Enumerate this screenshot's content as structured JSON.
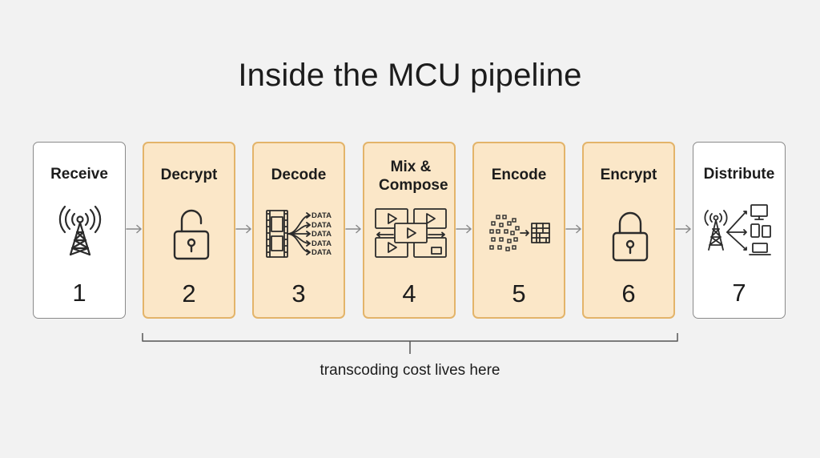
{
  "title": "Inside the MCU pipeline",
  "stages": [
    {
      "label": "Receive",
      "number": "1",
      "icon": "antenna-tower-icon",
      "highlight": false
    },
    {
      "label": "Decrypt",
      "number": "2",
      "icon": "unlocked-padlock-icon",
      "highlight": true
    },
    {
      "label": "Decode",
      "number": "3",
      "icon": "film-to-data-icon",
      "highlight": true
    },
    {
      "label": "Mix & Compose",
      "number": "4",
      "icon": "video-mixing-icon",
      "highlight": true
    },
    {
      "label": "Encode",
      "number": "5",
      "icon": "pixel-compress-icon",
      "highlight": true
    },
    {
      "label": "Encrypt",
      "number": "6",
      "icon": "locked-padlock-icon",
      "highlight": true
    },
    {
      "label": "Distribute",
      "number": "7",
      "icon": "broadcast-devices-icon",
      "highlight": false
    }
  ],
  "decode_icon_text": "DATA",
  "bracket_label": "transcoding cost lives here",
  "colors": {
    "highlight_fill": "#fbe7c8",
    "highlight_border": "#e3b46a",
    "plain_fill": "#ffffff",
    "background": "#f2f2f2"
  }
}
